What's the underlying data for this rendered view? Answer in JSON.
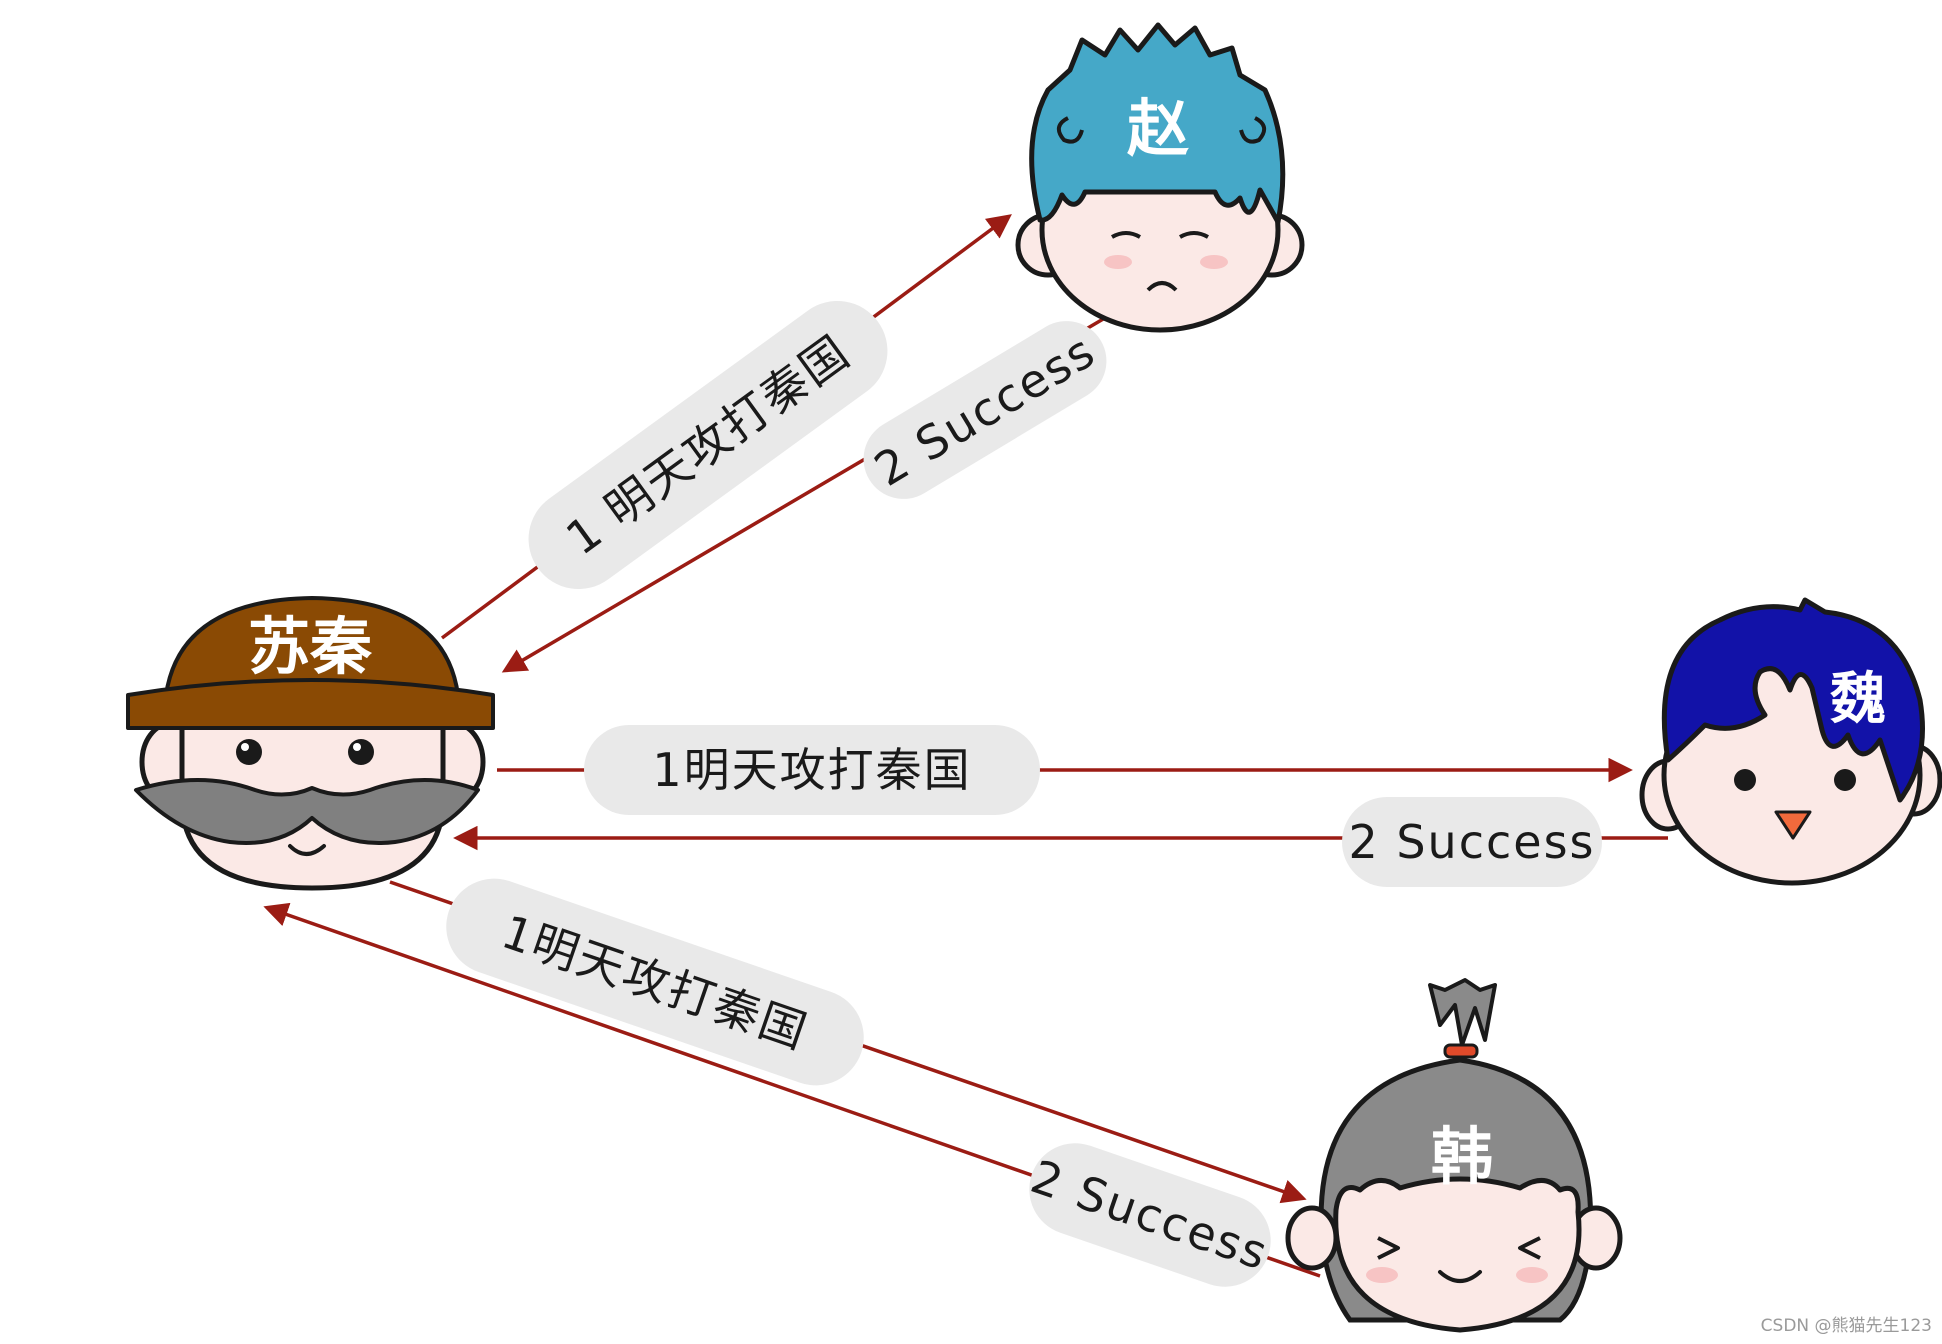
{
  "characters": {
    "center": "苏秦",
    "top": "赵",
    "right": "魏",
    "bottom": "韩"
  },
  "messages": {
    "zhao_request": "1 明天攻打秦国",
    "zhao_reply": "2 Success",
    "wei_request": "1明天攻打秦国",
    "wei_reply": "2 Success",
    "han_request": "1明天攻打秦国",
    "han_reply": "2 Success"
  },
  "watermark": "CSDN @熊猫先生123",
  "colors": {
    "arrow": "#9b1c14",
    "label_background": "#e9e9e9",
    "sqin_hat": "#8a4a04",
    "zhao_hair": "#45a8c8",
    "wei_hair": "#1212a8",
    "han_hair": "#8a8a8a"
  }
}
